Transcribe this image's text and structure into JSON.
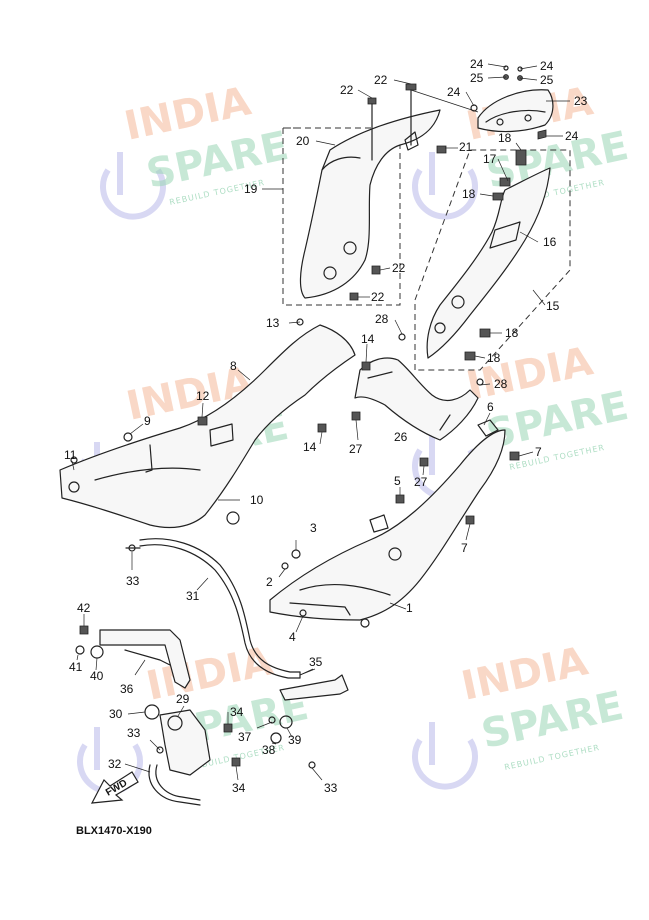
{
  "diagram": {
    "code": "BLX1470-X190",
    "fwd_label": "FWD"
  },
  "watermark": {
    "line1": "INDIA",
    "line2": "SPARE",
    "tagline": "REBUILD TOGETHER"
  },
  "callouts": [
    {
      "id": "c1",
      "text": "1"
    },
    {
      "id": "c2",
      "text": "2"
    },
    {
      "id": "c3",
      "text": "3"
    },
    {
      "id": "c4",
      "text": "4"
    },
    {
      "id": "c5",
      "text": "5"
    },
    {
      "id": "c6",
      "text": "6"
    },
    {
      "id": "c7a",
      "text": "7"
    },
    {
      "id": "c7b",
      "text": "7"
    },
    {
      "id": "c8",
      "text": "8"
    },
    {
      "id": "c9",
      "text": "9"
    },
    {
      "id": "c10",
      "text": "10"
    },
    {
      "id": "c11",
      "text": "11"
    },
    {
      "id": "c12",
      "text": "12"
    },
    {
      "id": "c13",
      "text": "13"
    },
    {
      "id": "c14a",
      "text": "14"
    },
    {
      "id": "c14b",
      "text": "14"
    },
    {
      "id": "c15",
      "text": "15"
    },
    {
      "id": "c16",
      "text": "16"
    },
    {
      "id": "c17",
      "text": "17"
    },
    {
      "id": "c18a",
      "text": "18"
    },
    {
      "id": "c18b",
      "text": "18"
    },
    {
      "id": "c18c",
      "text": "18"
    },
    {
      "id": "c18d",
      "text": "18"
    },
    {
      "id": "c19",
      "text": "19"
    },
    {
      "id": "c20",
      "text": "20"
    },
    {
      "id": "c21",
      "text": "21"
    },
    {
      "id": "c22a",
      "text": "22"
    },
    {
      "id": "c22b",
      "text": "22"
    },
    {
      "id": "c22c",
      "text": "22"
    },
    {
      "id": "c22d",
      "text": "22"
    },
    {
      "id": "c23",
      "text": "23"
    },
    {
      "id": "c24a",
      "text": "24"
    },
    {
      "id": "c24b",
      "text": "24"
    },
    {
      "id": "c24c",
      "text": "24"
    },
    {
      "id": "c24d",
      "text": "24"
    },
    {
      "id": "c25a",
      "text": "25"
    },
    {
      "id": "c25b",
      "text": "25"
    },
    {
      "id": "c26",
      "text": "26"
    },
    {
      "id": "c27a",
      "text": "27"
    },
    {
      "id": "c27b",
      "text": "27"
    },
    {
      "id": "c28a",
      "text": "28"
    },
    {
      "id": "c28b",
      "text": "28"
    },
    {
      "id": "c29",
      "text": "29"
    },
    {
      "id": "c30",
      "text": "30"
    },
    {
      "id": "c31",
      "text": "31"
    },
    {
      "id": "c32",
      "text": "32"
    },
    {
      "id": "c33a",
      "text": "33"
    },
    {
      "id": "c33b",
      "text": "33"
    },
    {
      "id": "c33c",
      "text": "33"
    },
    {
      "id": "c34a",
      "text": "34"
    },
    {
      "id": "c34b",
      "text": "34"
    },
    {
      "id": "c35",
      "text": "35"
    },
    {
      "id": "c36",
      "text": "36"
    },
    {
      "id": "c37",
      "text": "37"
    },
    {
      "id": "c38",
      "text": "38"
    },
    {
      "id": "c39",
      "text": "39"
    },
    {
      "id": "c40",
      "text": "40"
    },
    {
      "id": "c41",
      "text": "41"
    },
    {
      "id": "c42",
      "text": "42"
    }
  ]
}
